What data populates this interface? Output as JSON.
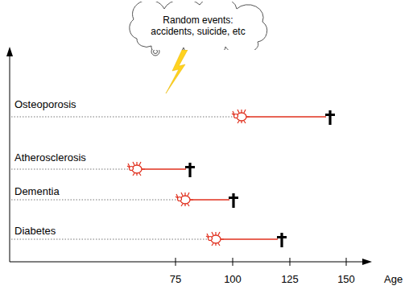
{
  "diagram": {
    "nodes": [
      {
        "text": [
          "Random events: accidents, suicide, etc"
        ]
      }
    ],
    "labels": [
      "Osteoporosis",
      "Atherosclerosis",
      "Dementia",
      "Diabetes",
      "75",
      "100",
      "125",
      "150",
      "Age"
    ]
  }
}
